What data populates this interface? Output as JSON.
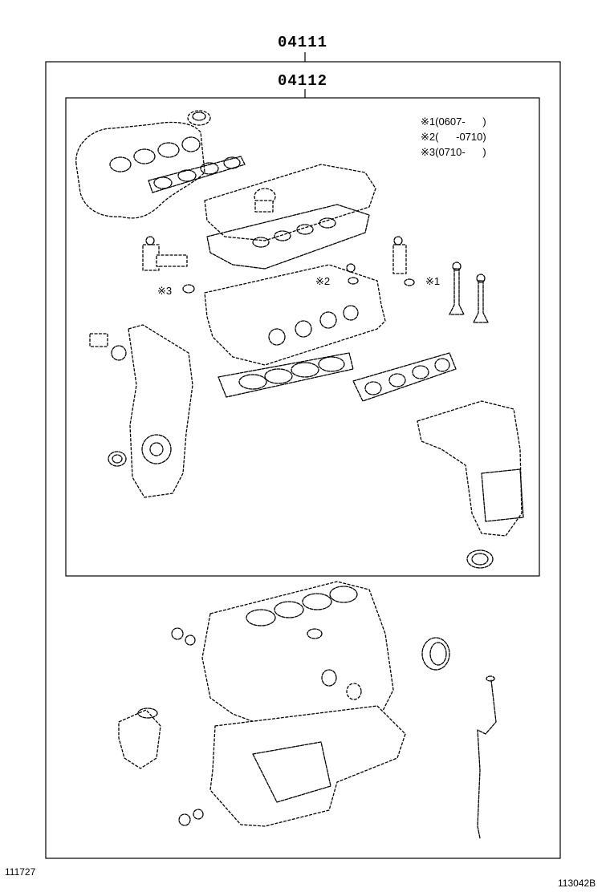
{
  "diagram": {
    "outer_part_number": "04111",
    "inner_part_number": "04112",
    "notes": [
      "※1(0607-      )",
      "※2(      -0710)",
      "※3(0710-      )"
    ],
    "callouts": {
      "c2": "※2",
      "c1": "※1",
      "c3": "※3"
    },
    "footer_left": "111727",
    "footer_right": "113042B"
  }
}
